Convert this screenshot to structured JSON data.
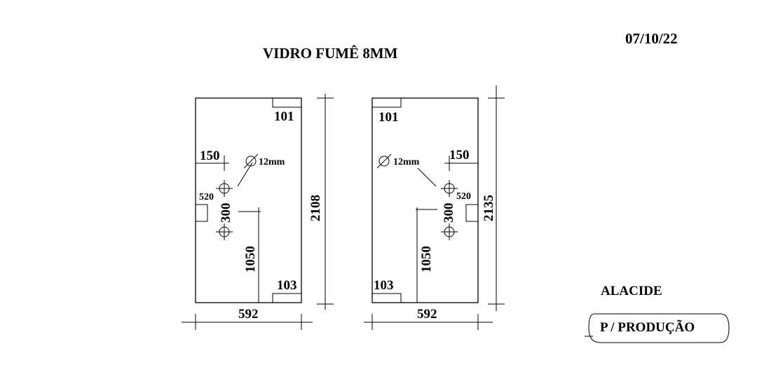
{
  "header": {
    "title": "VIDRO FUMÊ 8MM",
    "date": "07/10/22"
  },
  "panel_left": {
    "width_dim": "592",
    "height_dim": "2108",
    "top_notch": "101",
    "bottom_notch": "103",
    "hole_offset_x": "150",
    "hole_diameter": "12mm",
    "hole_spacing": "300",
    "side_notch": "520",
    "hinge_height": "1050"
  },
  "panel_right": {
    "width_dim": "592",
    "height_dim": "2135",
    "top_notch": "101",
    "bottom_notch": "103",
    "hole_offset_x": "150",
    "hole_diameter": "12mm",
    "hole_spacing": "300",
    "side_notch": "520",
    "hinge_height": "1050"
  },
  "footer": {
    "client": "ALACIDE",
    "destination": "P / PRODUÇÃO"
  }
}
